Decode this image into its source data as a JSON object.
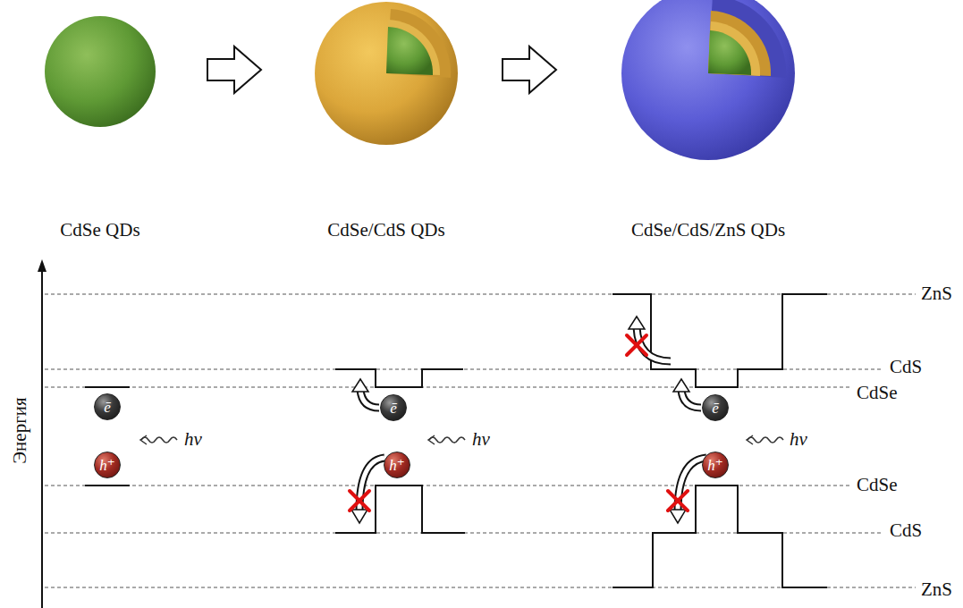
{
  "diagram": {
    "nodes": [
      {
        "text": [
          "ē"
        ]
      },
      {
        "text": [
          "h⁺"
        ]
      },
      {
        "text": [
          "ē"
        ]
      },
      {
        "text": [
          "h⁺"
        ]
      },
      {
        "text": [
          "ē"
        ]
      },
      {
        "text": [
          "h⁺"
        ]
      }
    ],
    "labels": [
      "CdSe QDs",
      "CdSe/CdS QDs",
      "CdSe/CdS/ZnS QDs",
      "Энергия",
      "hν",
      "hν",
      "hν",
      "ZnS",
      "CdS",
      "CdSe",
      "CdSe",
      "CdS",
      "ZnS"
    ]
  }
}
